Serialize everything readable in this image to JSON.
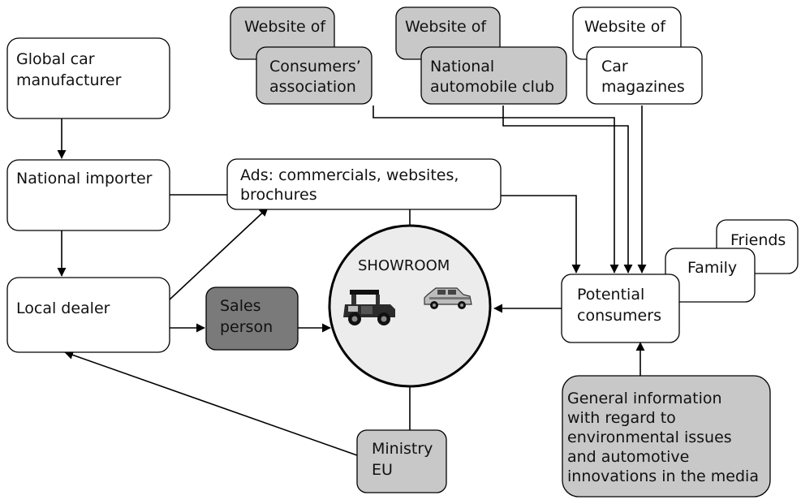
{
  "colors": {
    "stroke": "#000000",
    "white": "#ffffff",
    "light_gray": "#c8c8c8",
    "dark_gray": "#7a7a7a",
    "showroom_fill": "#ececec"
  },
  "nodes": {
    "global_manufacturer": [
      "Global car",
      "manufacturer"
    ],
    "national_importer": [
      "National importer"
    ],
    "local_dealer": [
      "Local dealer"
    ],
    "ads": [
      "Ads: commercials, websites,",
      "brochures"
    ],
    "sales_person": [
      "Sales",
      "person"
    ],
    "showroom": [
      "SHOWROOM"
    ],
    "ministry": [
      "Ministry",
      "EU"
    ],
    "potential_consumers": [
      "Potential",
      "consumers"
    ],
    "general_info": [
      "General information",
      "with regard to",
      "environmental issues",
      "and automotive",
      "innovations in the media"
    ],
    "friends": [
      "Friends"
    ],
    "family": [
      "Family"
    ],
    "website_consumers_back": [
      "Website of"
    ],
    "website_consumers_front": [
      "Consumers’",
      "association"
    ],
    "website_club_back": [
      "Website of"
    ],
    "website_club_front": [
      "National",
      "automobile club"
    ],
    "website_magazines_back": [
      "Website of"
    ],
    "website_magazines_front": [
      "Car",
      "magazines"
    ]
  },
  "icons": [
    "jeep-icon",
    "suv-car-icon"
  ]
}
